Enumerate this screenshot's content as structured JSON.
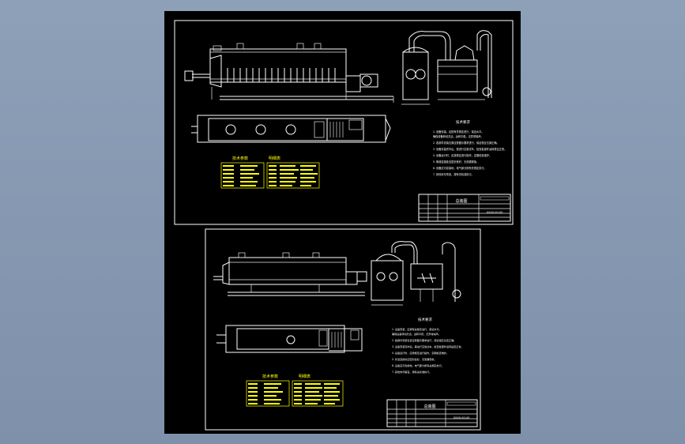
{
  "colors": {
    "background": "#8c9cb3",
    "sheet": "#000000",
    "line": "#ffffff",
    "table_text": "#ffff00"
  },
  "sheet1": {
    "notes_title": "技术要求",
    "notes": [
      "1. 设备安装，应按有关规定进行，保证水平。",
      "   确保设备转动灵活，运转平稳，无异常噪声。",
      "2. 各部件安装位置应按图示要求进行，保证相互位置正确。",
      "3. 设备安装完毕后，需进行空载试车，检查各部件运转是否正常。",
      "4. 设备运行时，应按规定进行操作，定期检查维护。",
      "5. 管道连接处应密封良好，无泄漏现象。",
      "6. 设备应可靠接地，电气部分按有关规定执行。",
      "7. 其他未尽事宜，按有关标准执行。"
    ],
    "table_left_title": "技术参数",
    "table_right_title": "明细表",
    "title_block_label": "总装图",
    "title_block_code": "XXXX-00-00"
  },
  "sheet2": {
    "notes_title": "技术要求",
    "notes": [
      "1. 设备安装，应按有关规定进行，保证水平。",
      "   确保设备转动灵活，运转平稳，无异常噪声。",
      "2. 各部件安装位置应按图示要求进行，保证相互位置正确。",
      "3. 设备安装完毕后，需进行空载试车，检查各部件运转是否正常。",
      "4. 设备运行时，应按规定进行操作，定期检查维护。",
      "5. 管道连接处应密封良好，无泄漏现象。",
      "6. 设备应可靠接地，电气部分按有关规定执行。",
      "7. 其他未尽事宜，按有关标准执行。"
    ],
    "table_left_title": "技术参数",
    "table_right_title": "明细表",
    "title_block_label": "总装图",
    "title_block_code": "XXXX-00-00"
  }
}
